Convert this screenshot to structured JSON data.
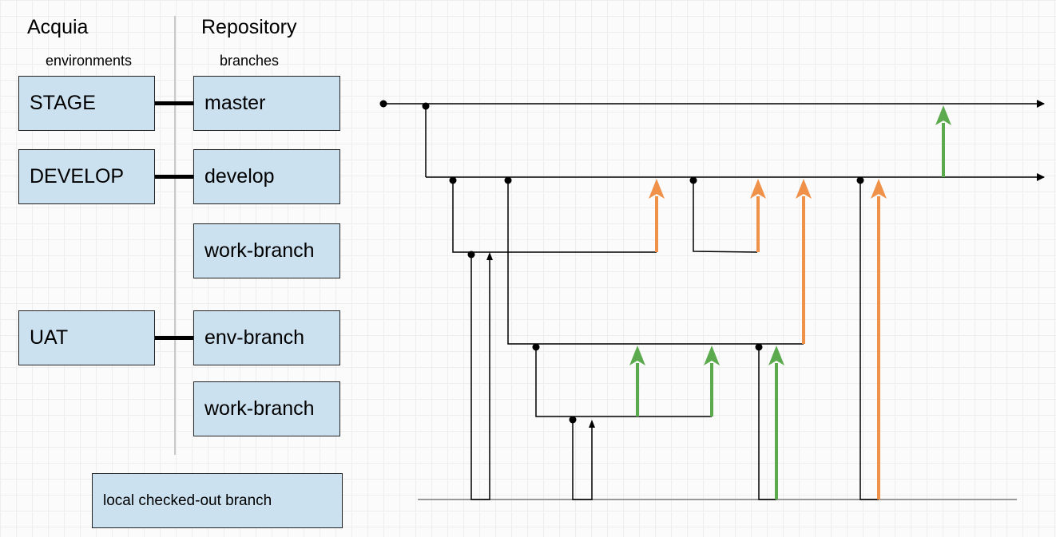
{
  "headers": {
    "acquia": "Acquia",
    "environments": "environments",
    "repository": "Repository",
    "branches": "branches"
  },
  "environments": {
    "stage": "STAGE",
    "develop": "DEVELOP",
    "uat": "UAT"
  },
  "branches": {
    "master": "master",
    "develop": "develop",
    "work_branch_1": "work-branch",
    "env_branch": "env-branch",
    "work_branch_2": "work-branch"
  },
  "legend": {
    "local": "local checked-out branch"
  },
  "colors": {
    "box_fill": "#cce1f0",
    "orange_arrow": "#f0914a",
    "green_arrow": "#5caa4e",
    "line": "#000000",
    "baseline": "#999999"
  }
}
